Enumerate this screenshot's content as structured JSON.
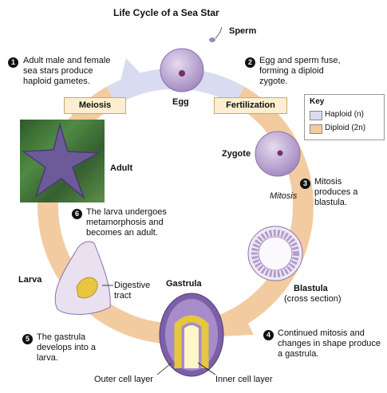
{
  "title": "Life Cycle of a Sea Star",
  "labels": {
    "sperm": "Sperm",
    "egg": "Egg",
    "zygote": "Zygote",
    "mitosis": "Mitosis",
    "adult": "Adult",
    "larva": "Larva",
    "digestive_tract": "Digestive tract",
    "gastrula": "Gastrula",
    "blastula": "Blastula",
    "cross_section": "(cross section)",
    "outer_cell_layer": "Outer cell layer",
    "inner_cell_layer": "Inner cell layer"
  },
  "phases": {
    "meiosis": "Meiosis",
    "fertilization": "Fertilization"
  },
  "key": {
    "title": "Key",
    "items": [
      {
        "label": "Haploid (n)",
        "color": "#d9dcf1"
      },
      {
        "label": "Diploid (2n)",
        "color": "#f3cba0"
      }
    ]
  },
  "steps": [
    {
      "num": "1",
      "text": "Adult male and female sea stars produce haploid gametes."
    },
    {
      "num": "2",
      "text": "Egg and sperm fuse, forming a diploid zygote."
    },
    {
      "num": "3",
      "text": "Mitosis produces a blastula."
    },
    {
      "num": "4",
      "text": "Continued mitosis and changes in shape produce a gastrula."
    },
    {
      "num": "5",
      "text": "The gastrula develops into a larva."
    },
    {
      "num": "6",
      "text": "The larva undergoes metamorphosis and becomes an adult."
    }
  ],
  "colors": {
    "haploid": "#d9dcf1",
    "diploid": "#f3cba0",
    "cell_purple": "#b39ccc",
    "nucleus": "#7a2f6a"
  }
}
